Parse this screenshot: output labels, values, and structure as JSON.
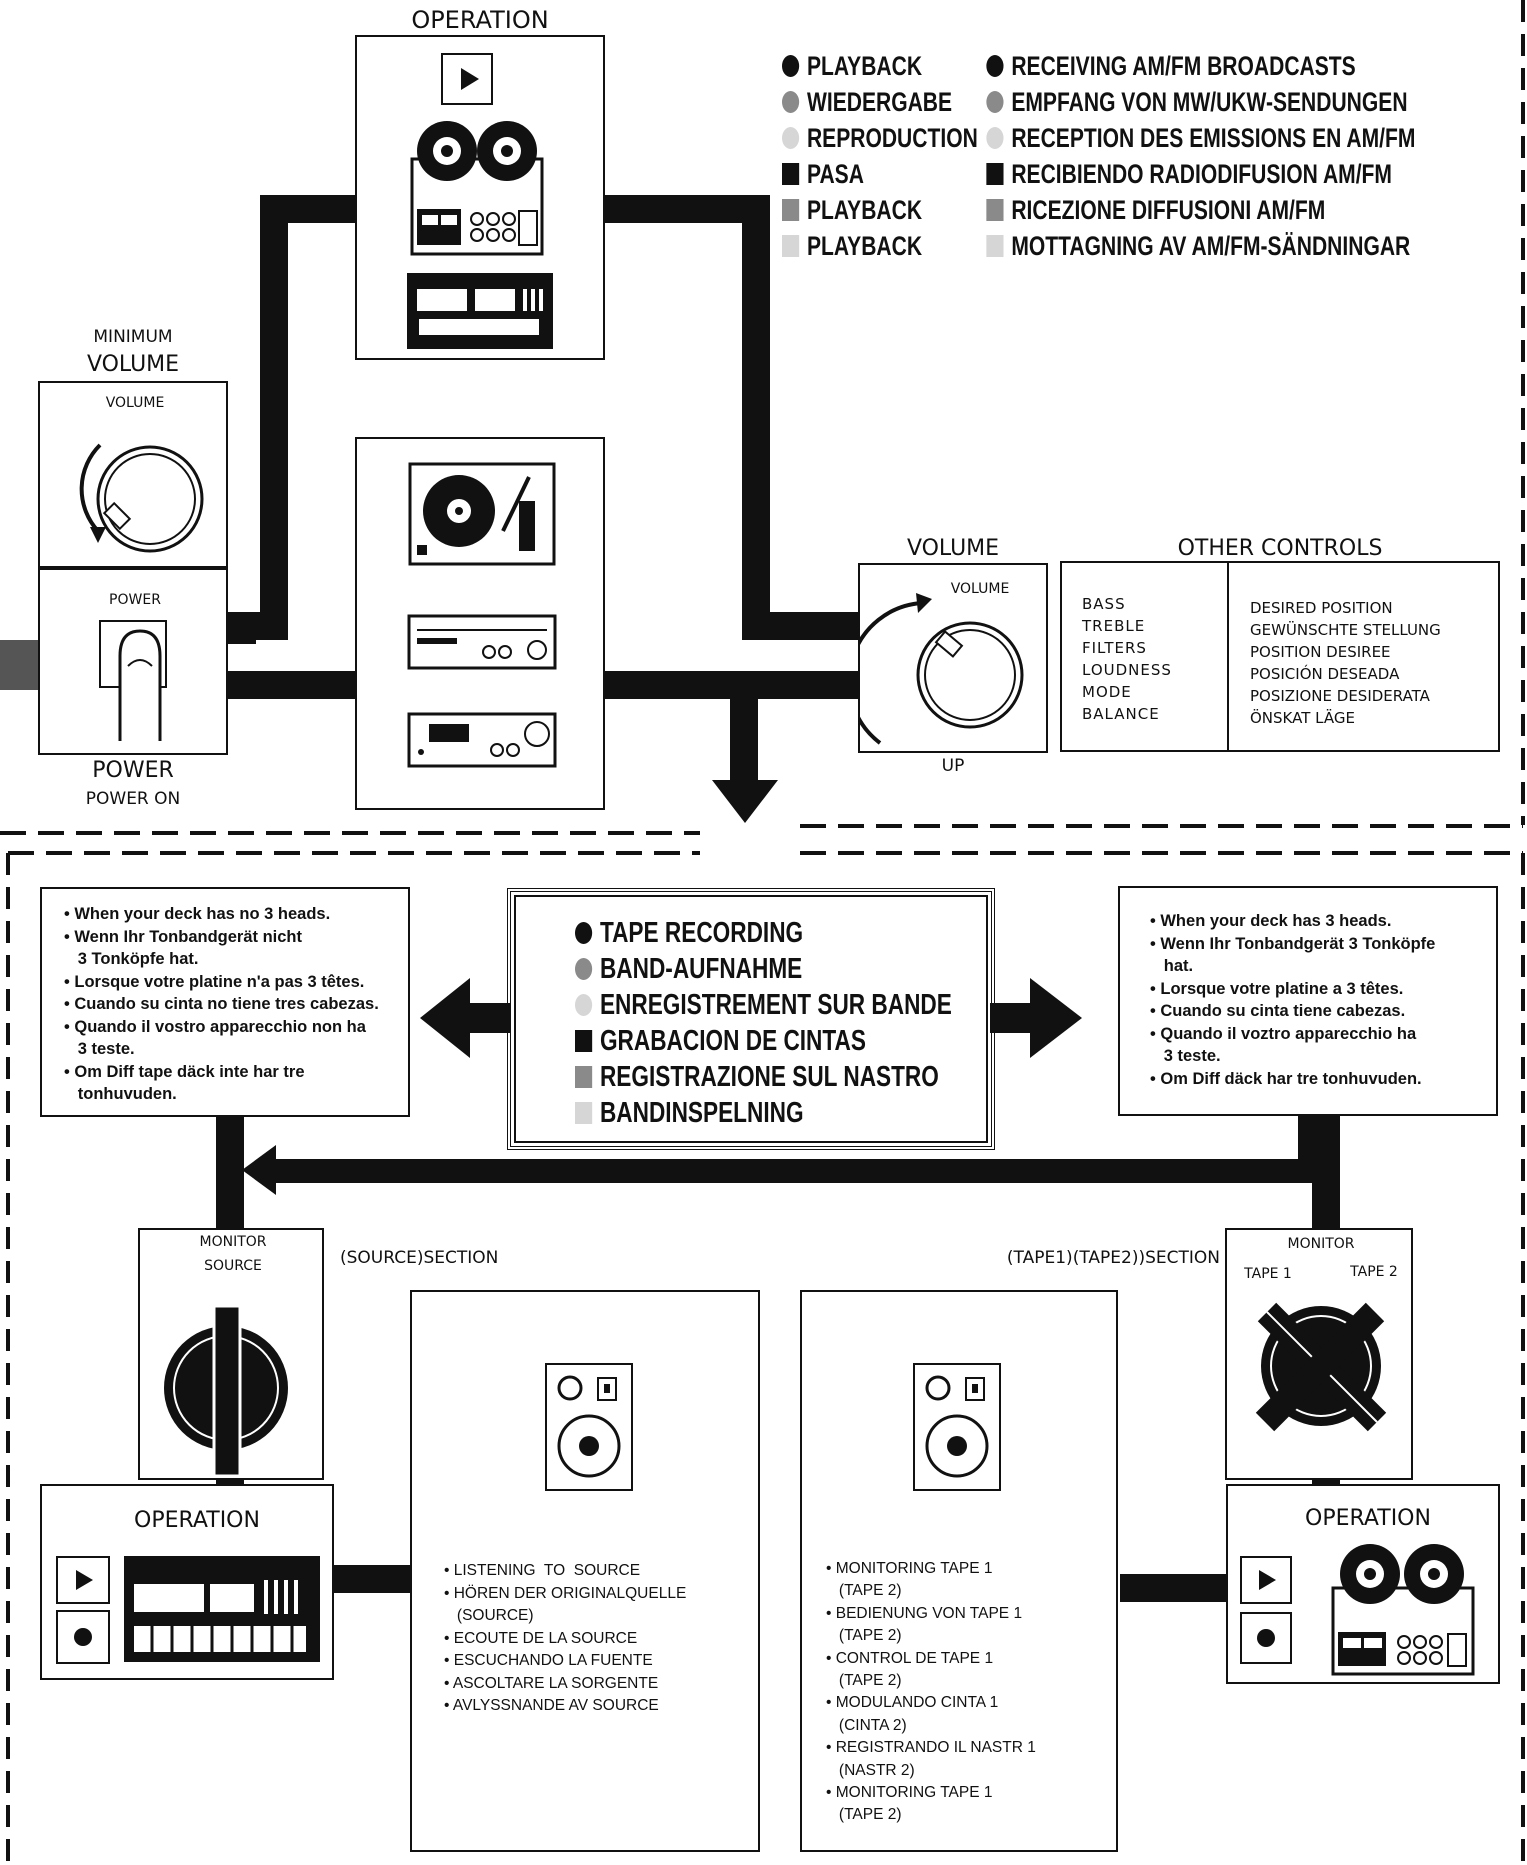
{
  "top": {
    "operation_title": "OPERATION",
    "legend": [
      {
        "shape": "dot",
        "shade": "#111111",
        "left": "PLAYBACK",
        "right_shape": "dot",
        "right_shade": "#111111",
        "right": "RECEIVING AM/FM BROADCASTS"
      },
      {
        "shape": "dot",
        "shade": "#8a8a8a",
        "left": "WIEDERGABE",
        "right_shape": "dot",
        "right_shade": "#8a8a8a",
        "right": "EMPFANG VON MW/UKW-SENDUNGEN"
      },
      {
        "shape": "dot",
        "shade": "#d6d6d6",
        "left": "REPRODUCTION",
        "right_shape": "dot",
        "right_shade": "#d6d6d6",
        "right": "RECEPTION DES EMISSIONS EN AM/FM"
      },
      {
        "shape": "sq",
        "shade": "#111111",
        "left": "PASA",
        "right_shape": "sq",
        "right_shade": "#111111",
        "right": "RECIBIENDO RADIODIFUSION AM/FM"
      },
      {
        "shape": "sq",
        "shade": "#8a8a8a",
        "left": "PLAYBACK",
        "right_shape": "sq",
        "right_shade": "#8a8a8a",
        "right": "RICEZIONE DIFFUSIONI AM/FM"
      },
      {
        "shape": "sq",
        "shade": "#d6d6d6",
        "left": "PLAYBACK",
        "right_shape": "sq",
        "right_shade": "#d6d6d6",
        "right": "MOTTAGNING AV AM/FM-SÄNDNINGAR"
      }
    ],
    "minimum": "MINIMUM",
    "volume_heading": "VOLUME",
    "knob_label": "VOLUME",
    "power_label": "POWER",
    "power_heading": "POWER",
    "power_on": "POWER  ON",
    "volume_right_heading": "VOLUME",
    "volume_right_knob": "VOLUME",
    "up": "UP",
    "other_controls": "OTHER CONTROLS",
    "controls": [
      "BASS",
      "TREBLE",
      "FILTERS",
      "LOUDNESS",
      "MODE",
      "BALANCE"
    ],
    "positions": [
      "DESIRED POSITION",
      "GEWÜNSCHTE STELLUNG",
      "POSITION DESIREE",
      "POSICIÓN DESEADA",
      "POSIZIONE DESIDERATA",
      "ÖNSKAT LÄGE"
    ]
  },
  "bottom": {
    "recording_legend": [
      {
        "shape": "dot",
        "shade": "#111111",
        "text": "TAPE RECORDING"
      },
      {
        "shape": "dot",
        "shade": "#8a8a8a",
        "text": "BAND-AUFNAHME"
      },
      {
        "shape": "dot",
        "shade": "#d6d6d6",
        "text": "ENREGISTREMENT SUR BANDE"
      },
      {
        "shape": "sq",
        "shade": "#111111",
        "text": "GRABACION DE CINTAS"
      },
      {
        "shape": "sq",
        "shade": "#8a8a8a",
        "text": "REGISTRAZIONE SUL NASTRO"
      },
      {
        "shape": "sq",
        "shade": "#d6d6d6",
        "text": "BANDINSPELNING"
      }
    ],
    "left_note": [
      "• When your deck has no 3 heads.",
      "• Wenn Ihr Tonbandgerät nicht",
      "   3 Tonköpfe hat.",
      "• Lorsque votre platine n'a pas 3 têtes.",
      "• Cuando su cinta no tiene tres cabezas.",
      "• Quando il vostro apparecchio non ha",
      "   3 teste.",
      "• Om Diff tape däck inte har tre",
      "   tonhuvuden."
    ],
    "right_note": [
      "• When your deck has 3 heads.",
      "• Wenn Ihr Tonbandgerät 3 Tonköpfe",
      "   hat.",
      "• Lorsque votre platine a 3 têtes.",
      "• Cuando su cinta tiene cabezas.",
      "• Quando il voztro apparecchio ha",
      "   3 teste.",
      "• Om Diff däck har tre tonhuvuden."
    ],
    "monitor_left": "MONITOR",
    "source_label": "SOURCE",
    "source_section": "(SOURCE)SECTION",
    "tape_section": "(TAPE1)(TAPE2))SECTION",
    "monitor_right": "MONITOR",
    "tape1": "TAPE 1",
    "tape2": "TAPE 2",
    "operation_left": "OPERATION",
    "operation_right": "OPERATION",
    "source_list": [
      "• LISTENING  TO  SOURCE",
      "• HÖREN DER ORIGINALQUELLE",
      "   (SOURCE)",
      "• ECOUTE DE LA SOURCE",
      "• ESCUCHANDO LA FUENTE",
      "• ASCOLTARE LA SORGENTE",
      "• AVLYSSNANDE AV SOURCE"
    ],
    "tape_list": [
      "• MONITORING TAPE 1",
      "   (TAPE 2)",
      "• BEDIENUNG VON TAPE 1",
      "   (TAPE 2)",
      "• CONTROL DE TAPE 1",
      "   (TAPE 2)",
      "• MODULANDO CINTA 1",
      "   (CINTA 2)",
      "• REGISTRANDO IL NASTR 1",
      "   (NASTR 2)",
      "• MONITORING TAPE 1",
      "   (TAPE 2)"
    ]
  }
}
